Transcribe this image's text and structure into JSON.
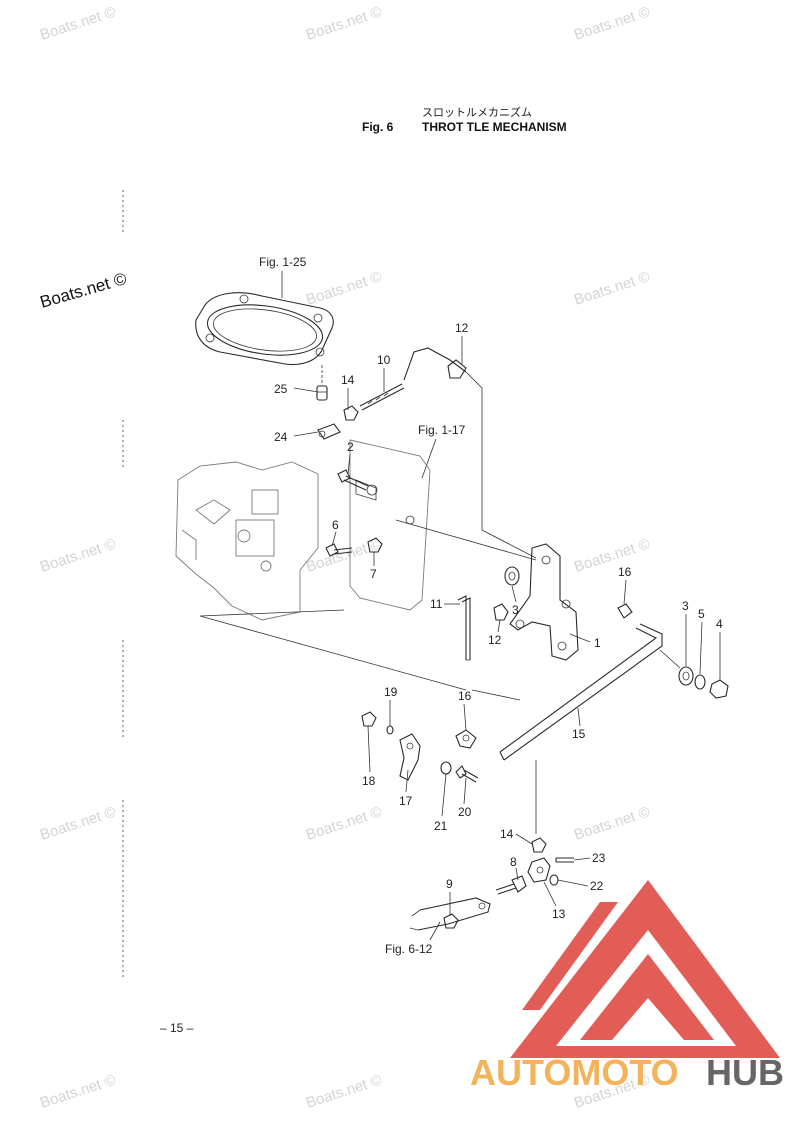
{
  "title": {
    "japanese": "スロットルメカニズム",
    "figure_label": "Fig. 6",
    "english": "THROT TLE MECHANISM"
  },
  "figure_refs": {
    "top": "Fig. 1-25",
    "middle": "Fig. 1-17",
    "bottom": "Fig. 6-12"
  },
  "callouts": {
    "c1": "1",
    "c2": "2",
    "c3a": "3",
    "c3b": "3",
    "c4": "4",
    "c5": "5",
    "c6": "6",
    "c7": "7",
    "c8": "8",
    "c9": "9",
    "c10": "10",
    "c11": "11",
    "c12a": "12",
    "c12b": "12",
    "c13": "13",
    "c14a": "14",
    "c14b": "14",
    "c15": "15",
    "c16a": "16",
    "c16b": "16",
    "c17": "17",
    "c18": "18",
    "c19": "19",
    "c20": "20",
    "c21": "21",
    "c22": "22",
    "c23": "23",
    "c24": "24",
    "c25": "25"
  },
  "page_number": "– 15 –",
  "watermark": {
    "text": "Boats.net ©",
    "strong_text": "Boats.net ©"
  },
  "logo": {
    "part_a": "AUTOMOTO",
    "part_b": "HUB",
    "accent_color": "#e25d56",
    "text_color_a": "#f2b35b",
    "text_color_b": "#666666"
  }
}
